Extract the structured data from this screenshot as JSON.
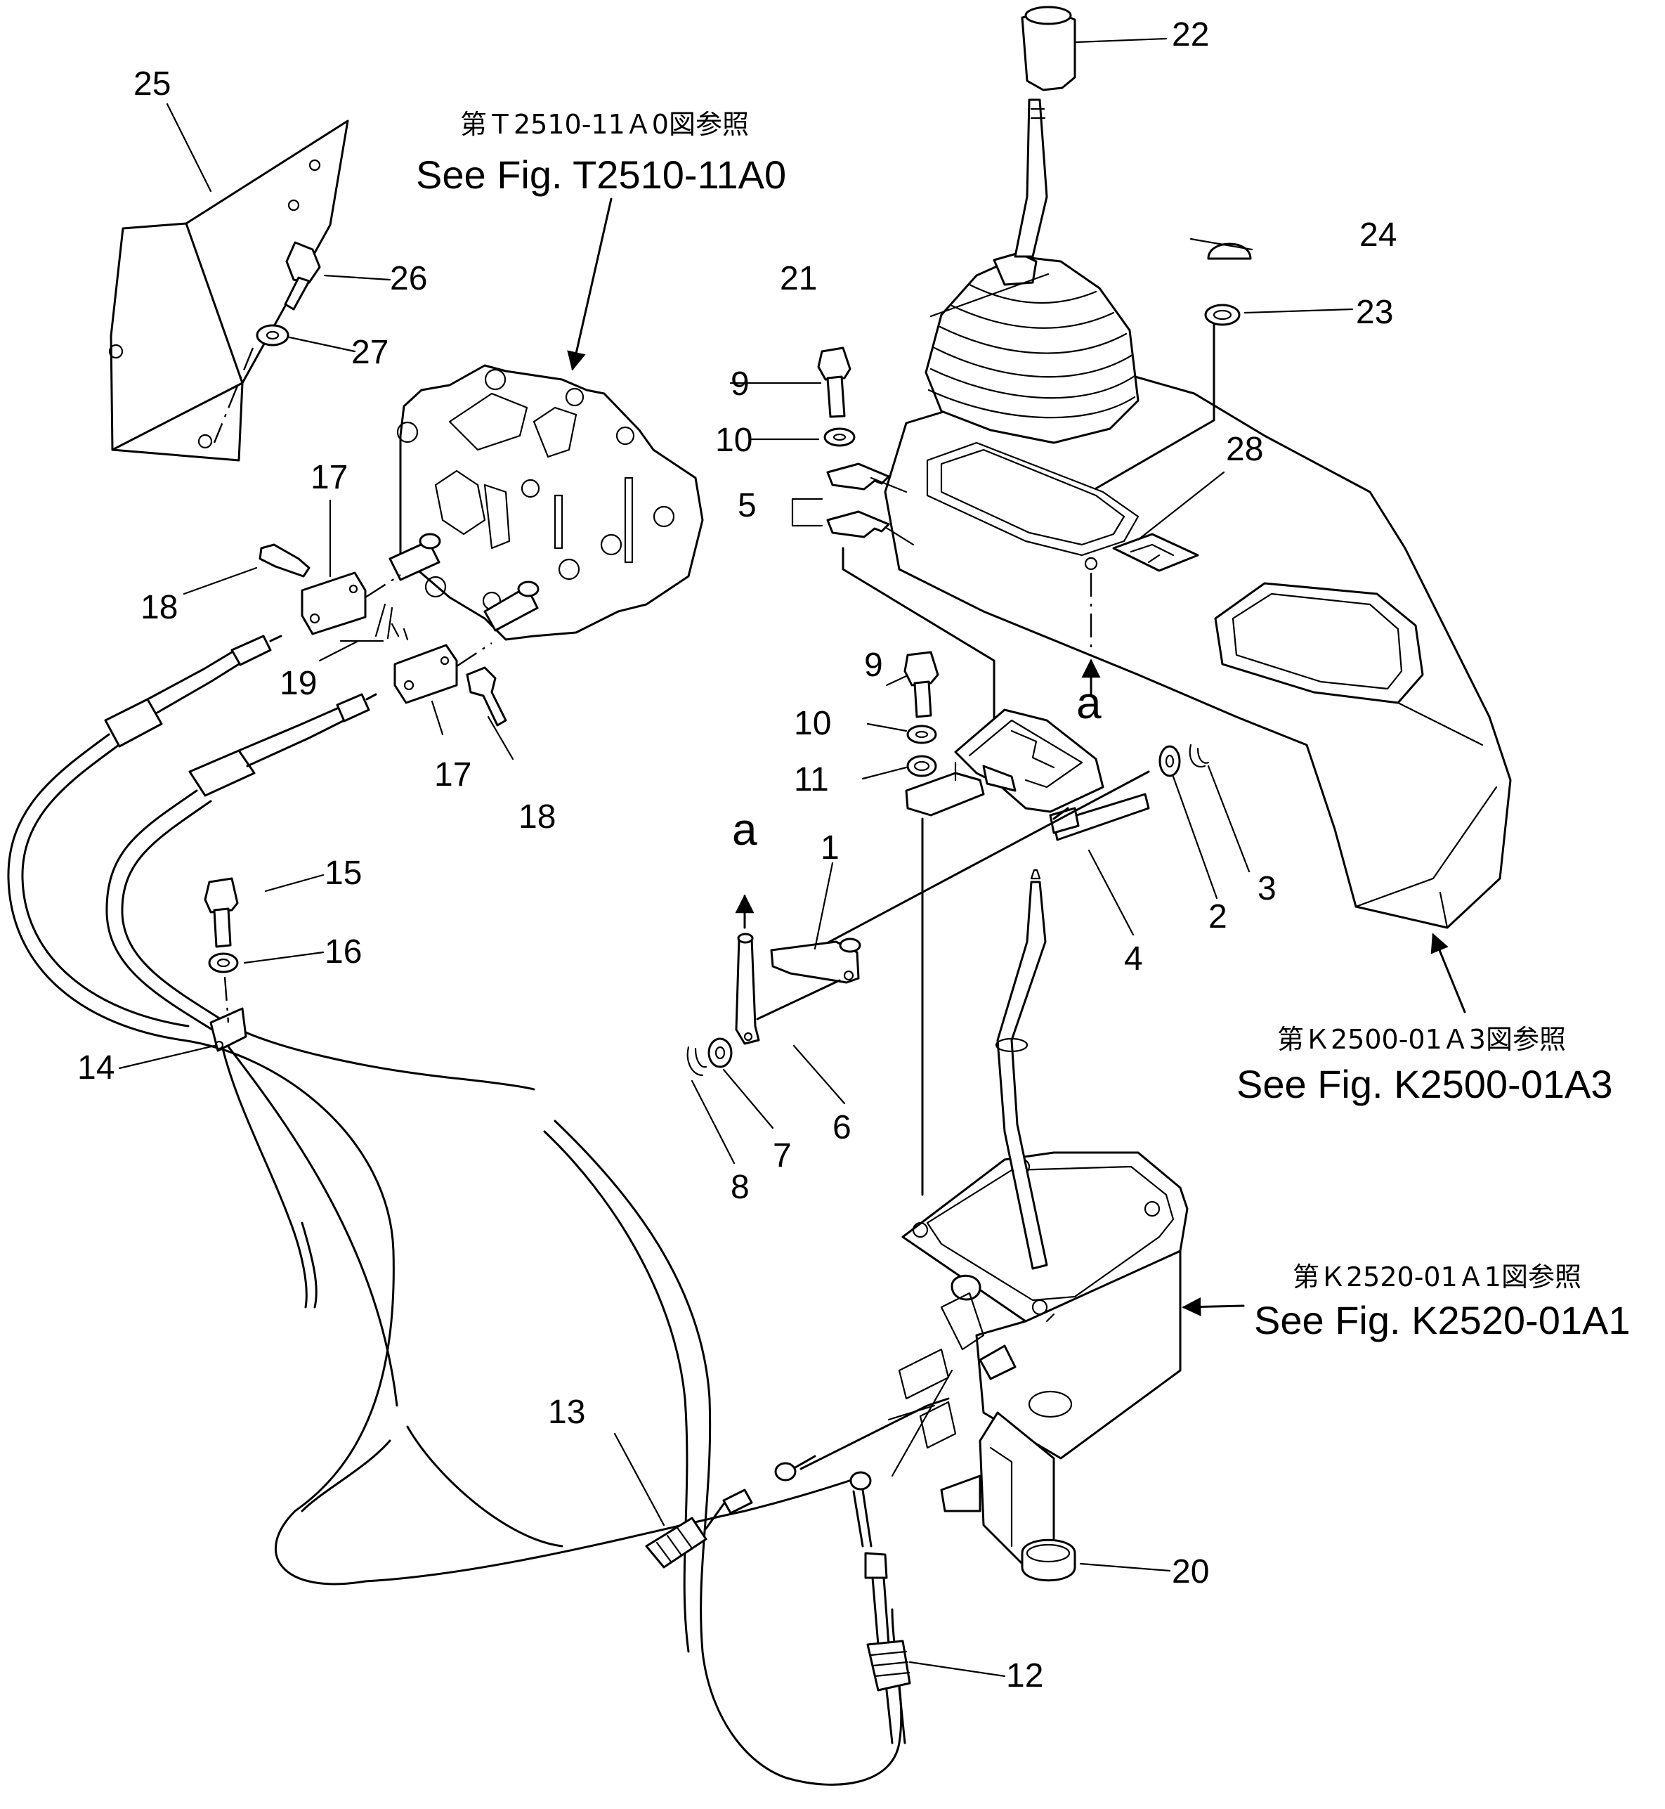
{
  "parts": {
    "p1": "1",
    "p2": "2",
    "p3": "3",
    "p4": "4",
    "p5": "5",
    "p6": "6",
    "p7": "7",
    "p8": "8",
    "p9a": "9",
    "p9b": "9",
    "p10a": "10",
    "p10b": "10",
    "p11": "11",
    "p12": "12",
    "p13": "13",
    "p14": "14",
    "p15": "15",
    "p16": "16",
    "p17a": "17",
    "p17b": "17",
    "p18a": "18",
    "p18b": "18",
    "p19": "19",
    "p20": "20",
    "p21": "21",
    "p22": "22",
    "p23": "23",
    "p24": "24",
    "p25": "25",
    "p26": "26",
    "p27": "27",
    "p28": "28"
  },
  "view_markers": {
    "a_top": "a",
    "a_left": "a"
  },
  "references": {
    "valve": {
      "jp": "第Ｔ2510-11Ａ0図参照",
      "en": "See Fig. T2510-11A0"
    },
    "console": {
      "jp": "第Ｋ2500-01Ａ3図参照",
      "en": "See Fig. K2500-01A3"
    },
    "lever_box": {
      "jp": "第Ｋ2520-01Ａ1図参照",
      "en": "See Fig. K2520-01A1"
    }
  }
}
